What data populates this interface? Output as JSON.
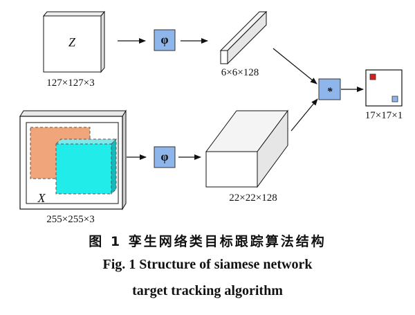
{
  "diagram": {
    "template_label": "Z",
    "search_label": "X",
    "template_dims": "127×127×3",
    "search_dims": "255×255×3",
    "template_feature_dims": "6×6×128",
    "search_feature_dims": "22×22×128",
    "response_dims": "17×17×1",
    "embedding_symbol": "φ",
    "correlation_symbol": "*",
    "colors": {
      "embedding_box": "#8fb6ea",
      "correlation_box": "#8fb6ea",
      "target_patch": "#f0a57a",
      "candidate_patch": "#22ecea",
      "response_peak": "#d61f1f",
      "response_marker": "#8fb6ea"
    }
  },
  "caption": {
    "cn": "图 1   孪生网络类目标跟踪算法结构",
    "en_line1": "Fig. 1    Structure of siamese network",
    "en_line2": "target tracking algorithm"
  }
}
